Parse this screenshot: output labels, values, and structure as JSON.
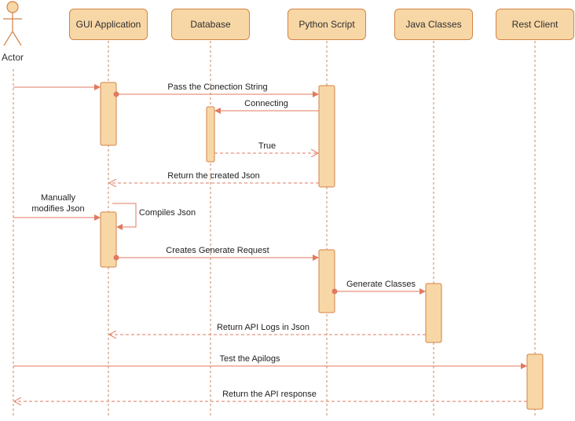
{
  "actor": {
    "label": "Actor"
  },
  "participants": [
    {
      "id": "gui",
      "label": "GUI Application"
    },
    {
      "id": "db",
      "label": "Database"
    },
    {
      "id": "py",
      "label": "Python Script"
    },
    {
      "id": "java",
      "label": "Java Classes"
    },
    {
      "id": "rest",
      "label": "Rest Client"
    }
  ],
  "messages": {
    "pass_conn": "Pass the Conection String",
    "connecting": "Connecting",
    "true_ret": "True",
    "return_json": "Return the created Json",
    "manual_modify_1": "Manually",
    "manual_modify_2": "modifies Json",
    "compiles": "Compiles Json",
    "creates_req": "Creates Generate Request",
    "gen_classes": "Generate Classes",
    "return_logs": "Return API Logs in Json",
    "test": "Test the Apilogs",
    "return_response": "Return the API response"
  },
  "colors": {
    "line": "#e07a5f",
    "lifeline": "#c98a5a",
    "box_fill": "#f8d7a6",
    "box_border": "#d48346"
  }
}
